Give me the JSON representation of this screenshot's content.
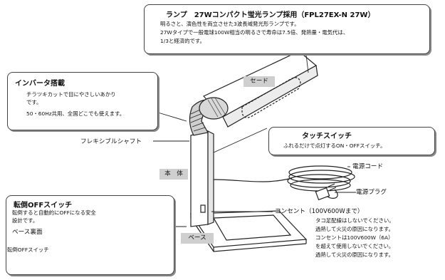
{
  "lamp": {
    "title": "ランプ　27Wコンパクト蛍光ランプ採用（FPL27EX-N 27W）",
    "lines": [
      "明るさと、演色性を両立させた3波長域発光形ランプです。",
      "27Wタイプで一般電球100W相当の明るさで寿命は7.5倍、発熱量・電気代は、",
      "1/3と経済的です。"
    ]
  },
  "inverter": {
    "title": "インバータ搭載",
    "lines": [
      "チラツキカットで目にやさしいあかり",
      "です。",
      "50・60Hz共用、全国どこでも使えます。"
    ]
  },
  "touch": {
    "title": "タッチスイッチ",
    "lines": [
      "ふれるだけで点灯するON・OFFスイッチ。"
    ]
  },
  "tipover": {
    "title": "転倒OFFスイッチ",
    "lines": [
      "転倒すると自動的にOFFになる安全",
      "設計です。"
    ],
    "base_bottom": "ベース裏面",
    "switch_label": "転倒OFFスイッチ"
  },
  "labels": {
    "shade": "セード",
    "body": "本　体",
    "base": "ベース",
    "shaft": "フレキシブルシャフト",
    "cord": "電源コード",
    "plug": "電源プラグ"
  },
  "outlet": {
    "title": "コンセント（100V600Wまで）",
    "lines": [
      "タコ足配線はしないでください。",
      "過熱して火災の原因になります。",
      "コンセントは100V600W（6A）",
      "を超えて使用しないでください。",
      "過熱して火災の原因になります。"
    ]
  }
}
